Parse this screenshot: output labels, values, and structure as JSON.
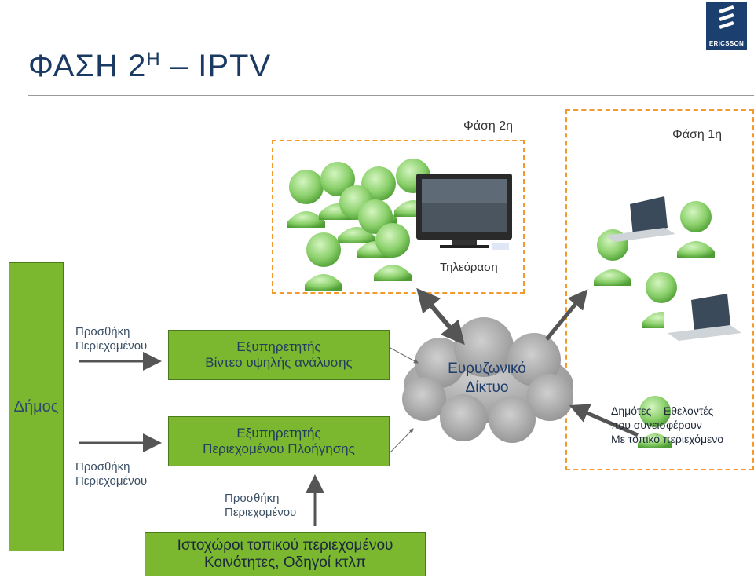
{
  "title": {
    "main": "ΦΑΣΗ 2",
    "sup": "Η",
    "rest": "– IPTV"
  },
  "logo": {
    "text": "ERICSSON",
    "color": "#1b3f6e"
  },
  "colors": {
    "green": "#7cb82f",
    "orange": "#f39a2e",
    "cloud": "#a8a8a8",
    "person": "#8bd06b"
  },
  "municipality": {
    "label": "Δήμος"
  },
  "content_add": {
    "top": [
      "Προσθήκη",
      "Περιεχομένου"
    ],
    "bottom": [
      "Προσθήκη",
      "Περιεχομένου"
    ],
    "sites": [
      "Προσθήκη",
      "Περιεχομένου"
    ]
  },
  "servers": {
    "video": [
      "Εξυπηρετητής",
      "Βίντεο υψηλής ανάλυσης"
    ],
    "navigation": [
      "Εξυπηρετητής",
      "Περιεχομένου Πλοήγησης"
    ]
  },
  "local_sites": [
    "Ιστοχώροι τοπικού περιεχομένου",
    "Κοινότητες, Οδηγοί κτλπ"
  ],
  "network": [
    "Ευρυζωνικό",
    "Δίκτυο"
  ],
  "phase2": {
    "label": "Φάση 2η",
    "tv_label": "Τηλεόραση"
  },
  "phase1": {
    "label": "Φάση 1η",
    "volunteers": [
      "Δημότες – Εθελοντές",
      "που συνεισφέρουν",
      "Με τοπικό περιεχόμενο"
    ]
  }
}
